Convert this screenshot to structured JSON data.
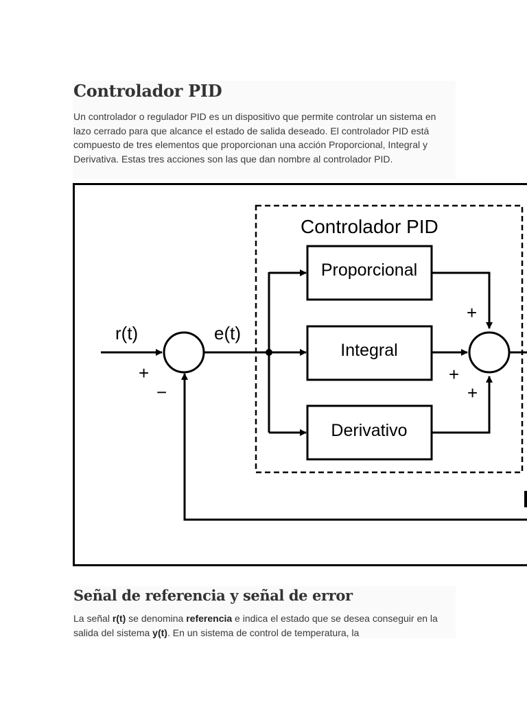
{
  "section1": {
    "title": "Controlador PID",
    "paragraph": "Un controlador o regulador PID es un dispositivo que permite controlar un sistema en lazo cerrado para que alcance el estado de salida deseado. El controlador PID está compuesto de tres elementos que proporcionan una acción Proporcional, Integral y Derivativa. Estas tres acciones son las que dan nombre al controlador PID."
  },
  "diagram": {
    "controller_label": "Controlador PID",
    "blocks": {
      "proportional": "Proporcional",
      "integral": "Integral",
      "derivative": "Derivativo"
    },
    "signals": {
      "reference": "r(t)",
      "error": "e(t)"
    },
    "signs": {
      "input_plus": "+",
      "feedback_minus": "−",
      "sum_plus_top": "+",
      "sum_plus_middle": "+",
      "sum_plus_bottom": "+"
    }
  },
  "section2": {
    "title": "Señal de referencia y señal de error",
    "p_part1": "La señal ",
    "p_bold1": "r(t)",
    "p_part2": " se denomina ",
    "p_bold2": "referencia",
    "p_part3": " e indica el estado que se desea conseguir en la salida del sistema ",
    "p_bold3": "y(t)",
    "p_part4": ". En un sistema de control de temperatura, la"
  }
}
